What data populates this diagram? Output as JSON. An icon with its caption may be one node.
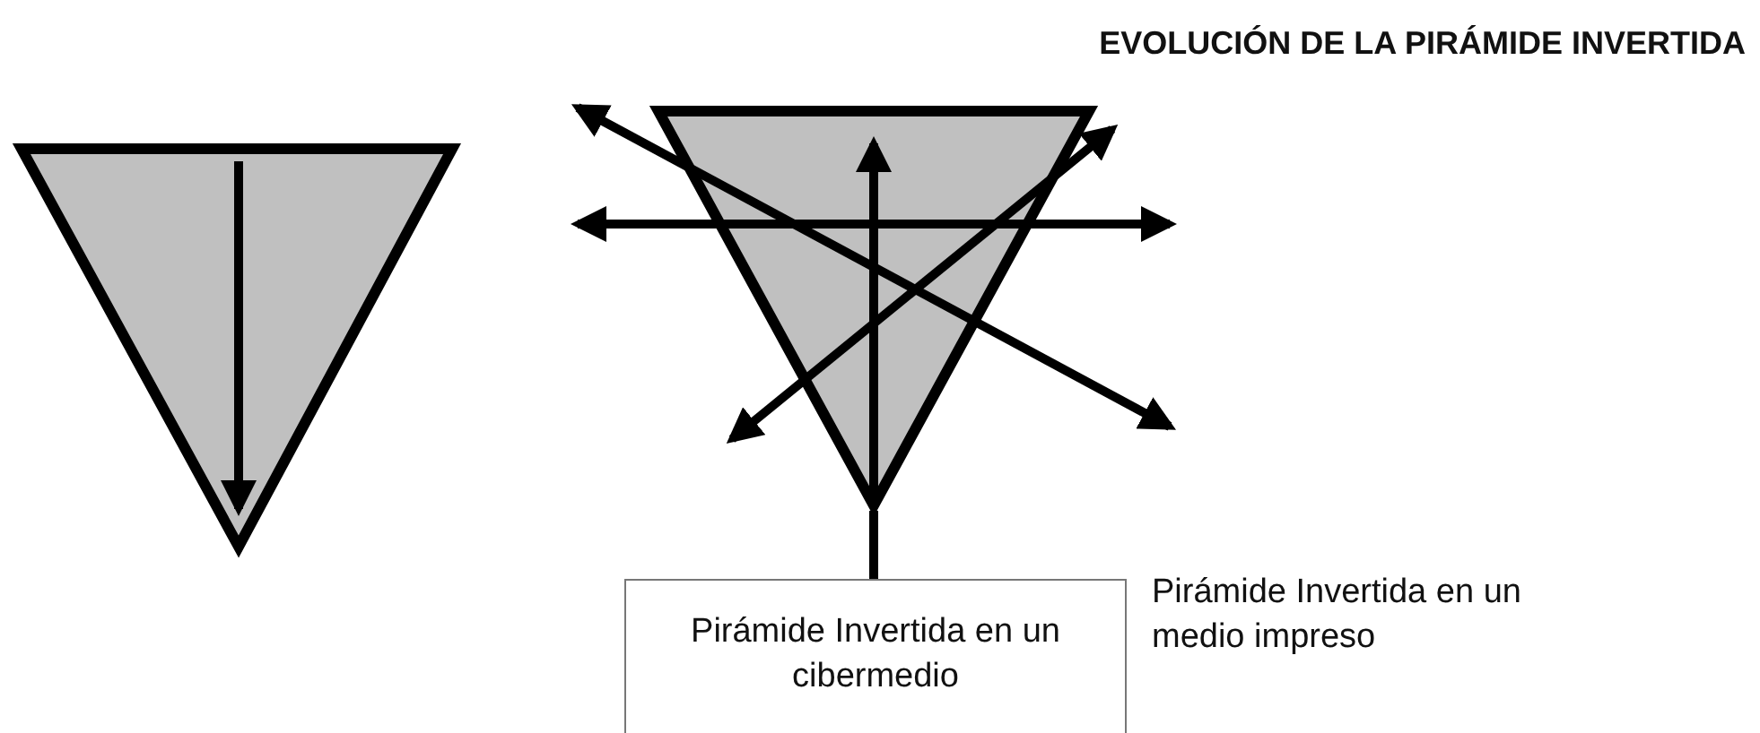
{
  "diagram": {
    "title": "EVOLUCIÓN DE LA PIRÁMIDE INVERTIDA",
    "nodes": [
      {
        "text": [],
        "shape": "triangle"
      },
      {
        "text": [],
        "shape": "triangle"
      },
      {
        "text": [
          "Pirámide Invertida en un cibermedio"
        ]
      }
    ],
    "edges": [
      {
        "from": 2,
        "to": 1,
        "arrow": "none"
      }
    ],
    "labels": [
      "Pirámide Invertida en un medio impreso"
    ]
  }
}
